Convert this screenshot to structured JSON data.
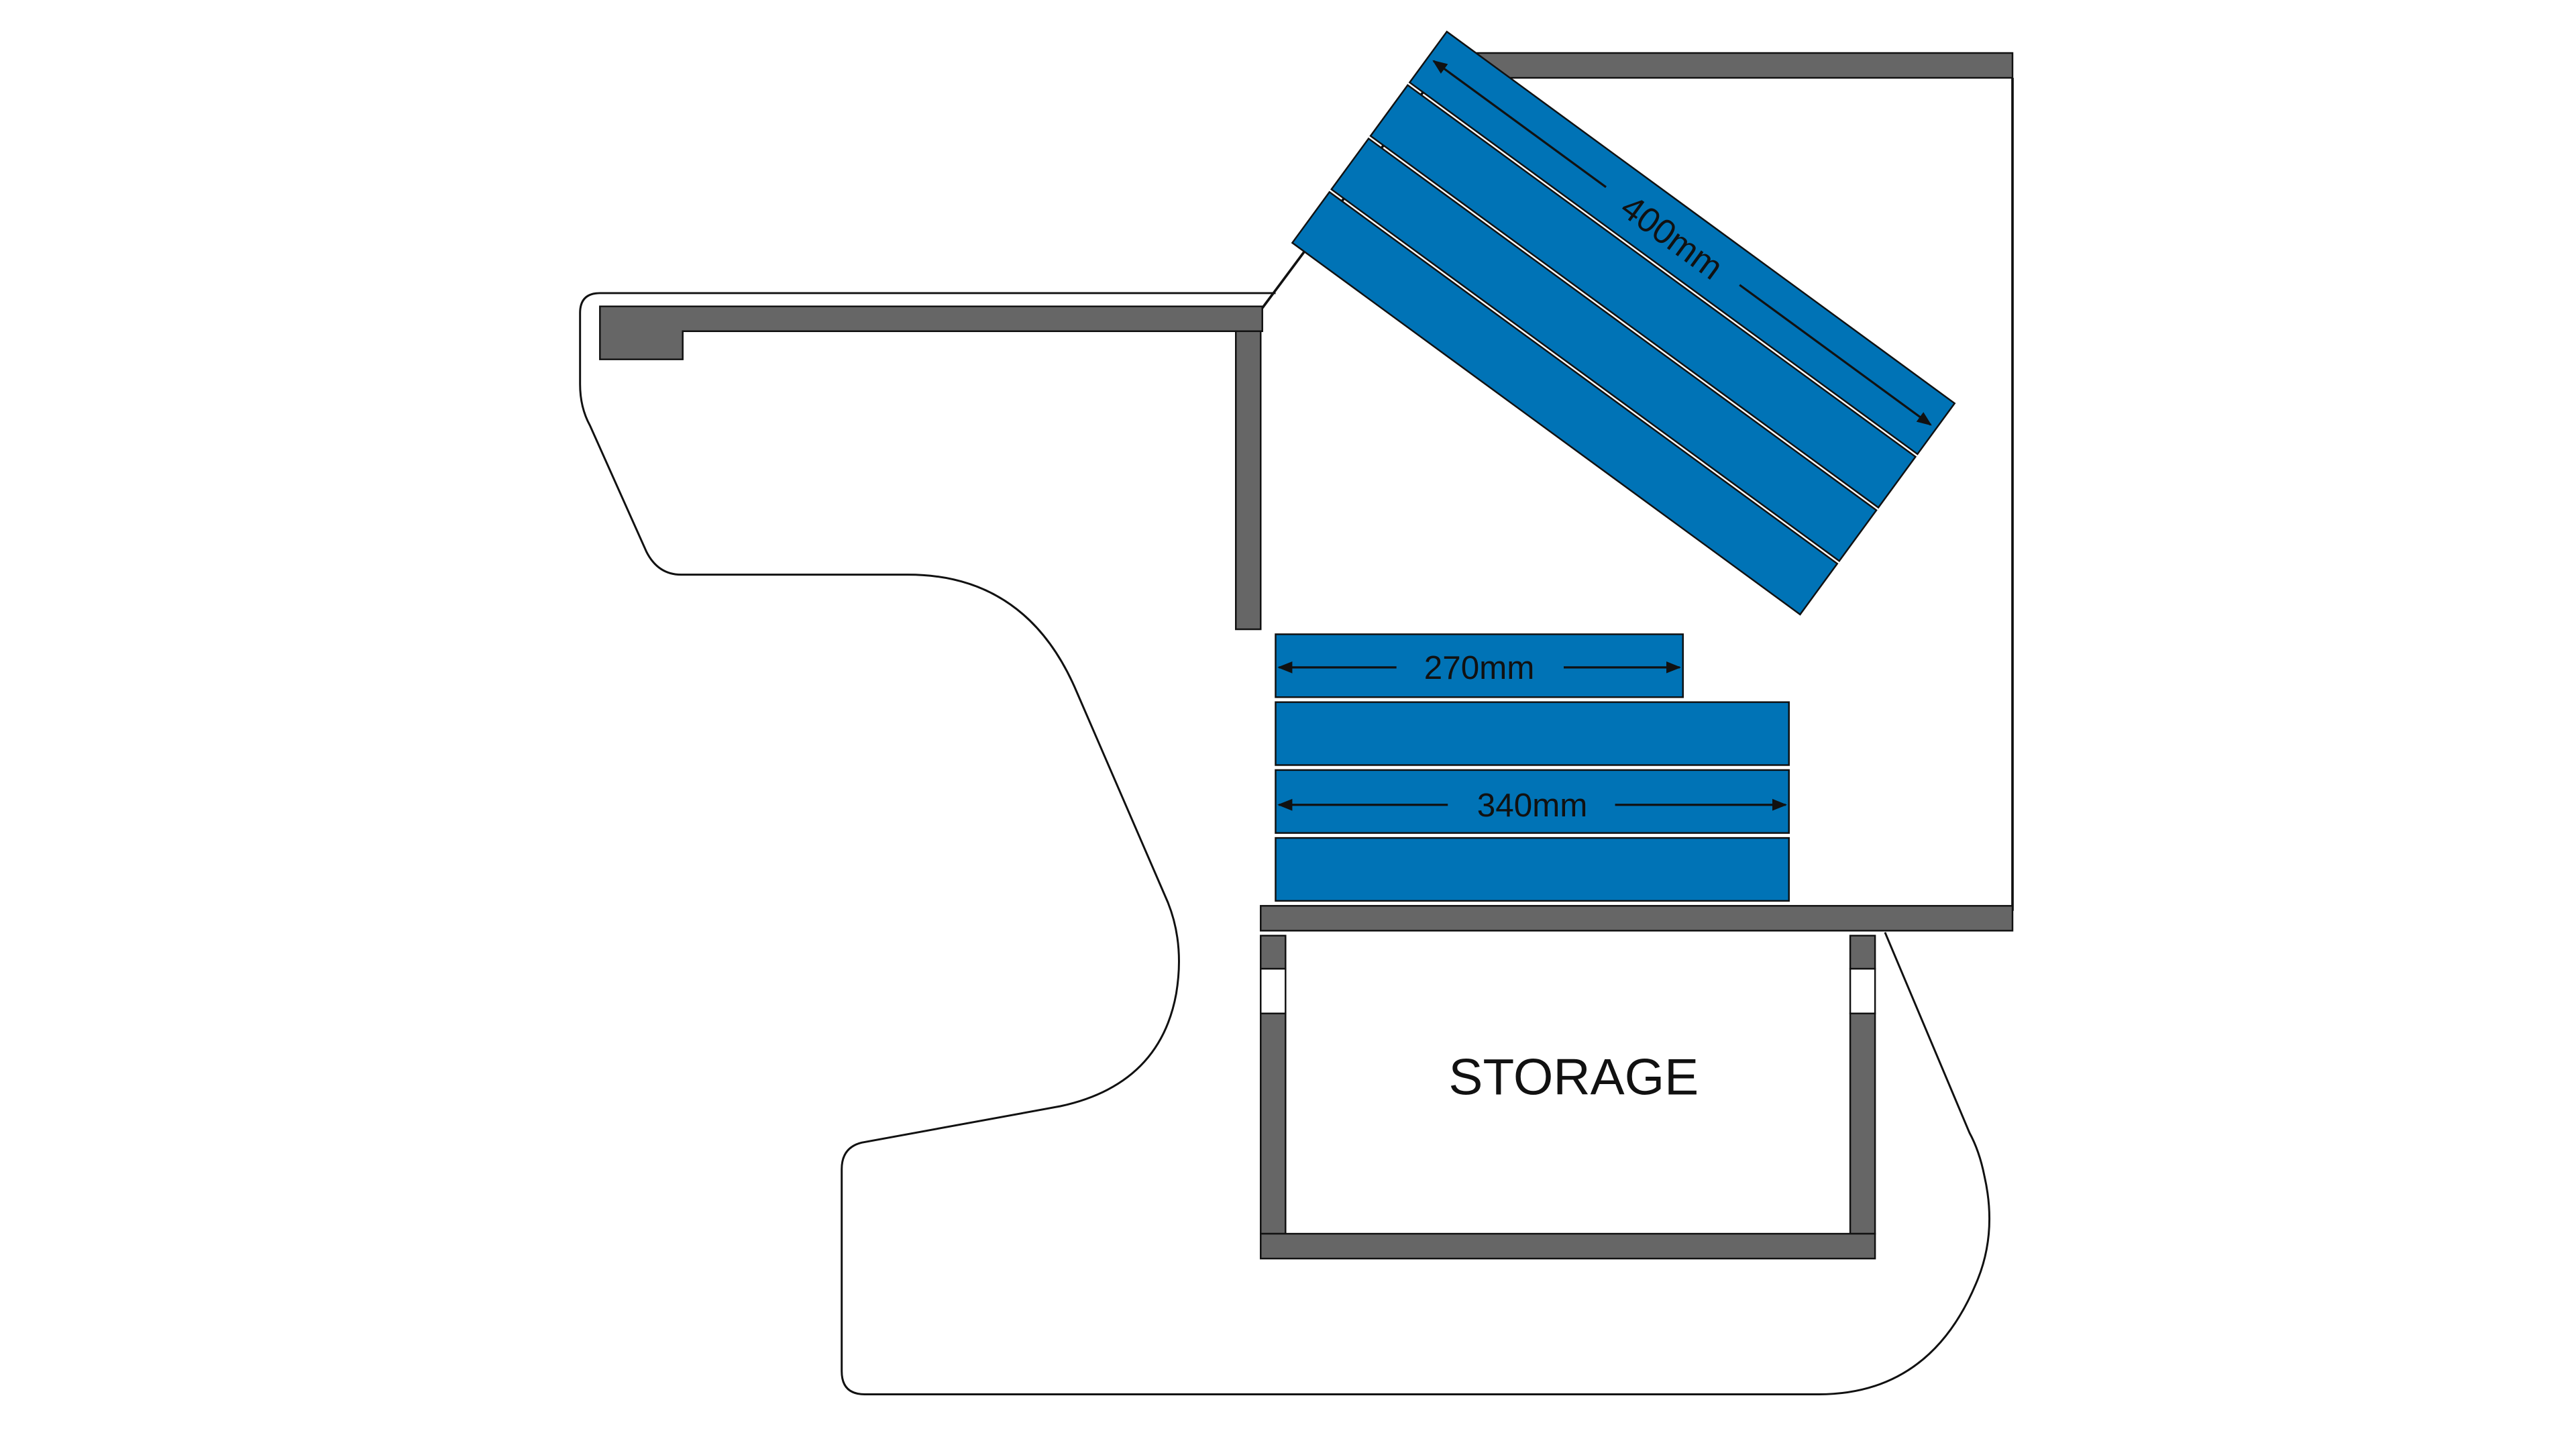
{
  "labels": {
    "storage": "STORAGE",
    "dim_400": "400mm",
    "dim_270": "270mm",
    "dim_340": "340mm"
  },
  "colors": {
    "panel": "#0073b6",
    "wall": "#666666",
    "outline": "#111111",
    "background": "#ffffff"
  }
}
